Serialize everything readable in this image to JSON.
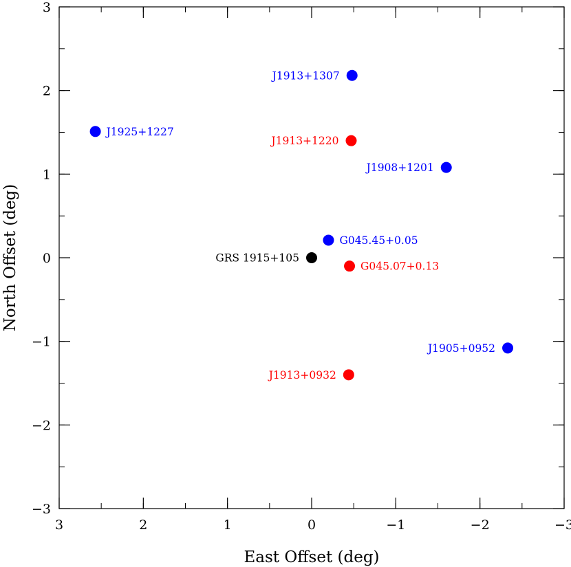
{
  "chart_data": {
    "type": "scatter",
    "title": "",
    "xlabel": "East Offset (deg)",
    "ylabel": "North Offset (deg)",
    "xlim": [
      3,
      -3
    ],
    "ylim": [
      -3,
      3
    ],
    "x_major_ticks": [
      3,
      2,
      1,
      0,
      -1,
      -2,
      -3
    ],
    "y_major_ticks": [
      3,
      2,
      1,
      0,
      -1,
      -2,
      -3
    ],
    "x_tick_labels": [
      "3",
      "2",
      "1",
      "0",
      "−1",
      "−2",
      "−3"
    ],
    "y_tick_labels": [
      "3",
      "2",
      "1",
      "0",
      "−1",
      "−2",
      "−3"
    ],
    "minor_tick_step": 0.5,
    "grid": false,
    "colors": {
      "blue": "#0000ff",
      "red": "#ff0000",
      "black": "#000000"
    },
    "points": [
      {
        "label": "J1913+1307",
        "x": -0.48,
        "y": 2.18,
        "color": "#0000ff",
        "label_side": "left"
      },
      {
        "label": "J1925+1227",
        "x": 2.57,
        "y": 1.51,
        "color": "#0000ff",
        "label_side": "right"
      },
      {
        "label": "J1913+1220",
        "x": -0.47,
        "y": 1.4,
        "color": "#ff0000",
        "label_side": "left"
      },
      {
        "label": "J1908+1201",
        "x": -1.6,
        "y": 1.08,
        "color": "#0000ff",
        "label_side": "left"
      },
      {
        "label": "G045.45+0.05",
        "x": -0.2,
        "y": 0.21,
        "color": "#0000ff",
        "label_side": "right"
      },
      {
        "label": "GRS 1915+105",
        "x": 0.0,
        "y": 0.0,
        "color": "#000000",
        "label_side": "left"
      },
      {
        "label": "G045.07+0.13",
        "x": -0.45,
        "y": -0.1,
        "color": "#ff0000",
        "label_side": "right"
      },
      {
        "label": "J1905+0952",
        "x": -2.33,
        "y": -1.08,
        "color": "#0000ff",
        "label_side": "left"
      },
      {
        "label": "J1913+0932",
        "x": -0.44,
        "y": -1.4,
        "color": "#ff0000",
        "label_side": "left"
      }
    ]
  }
}
